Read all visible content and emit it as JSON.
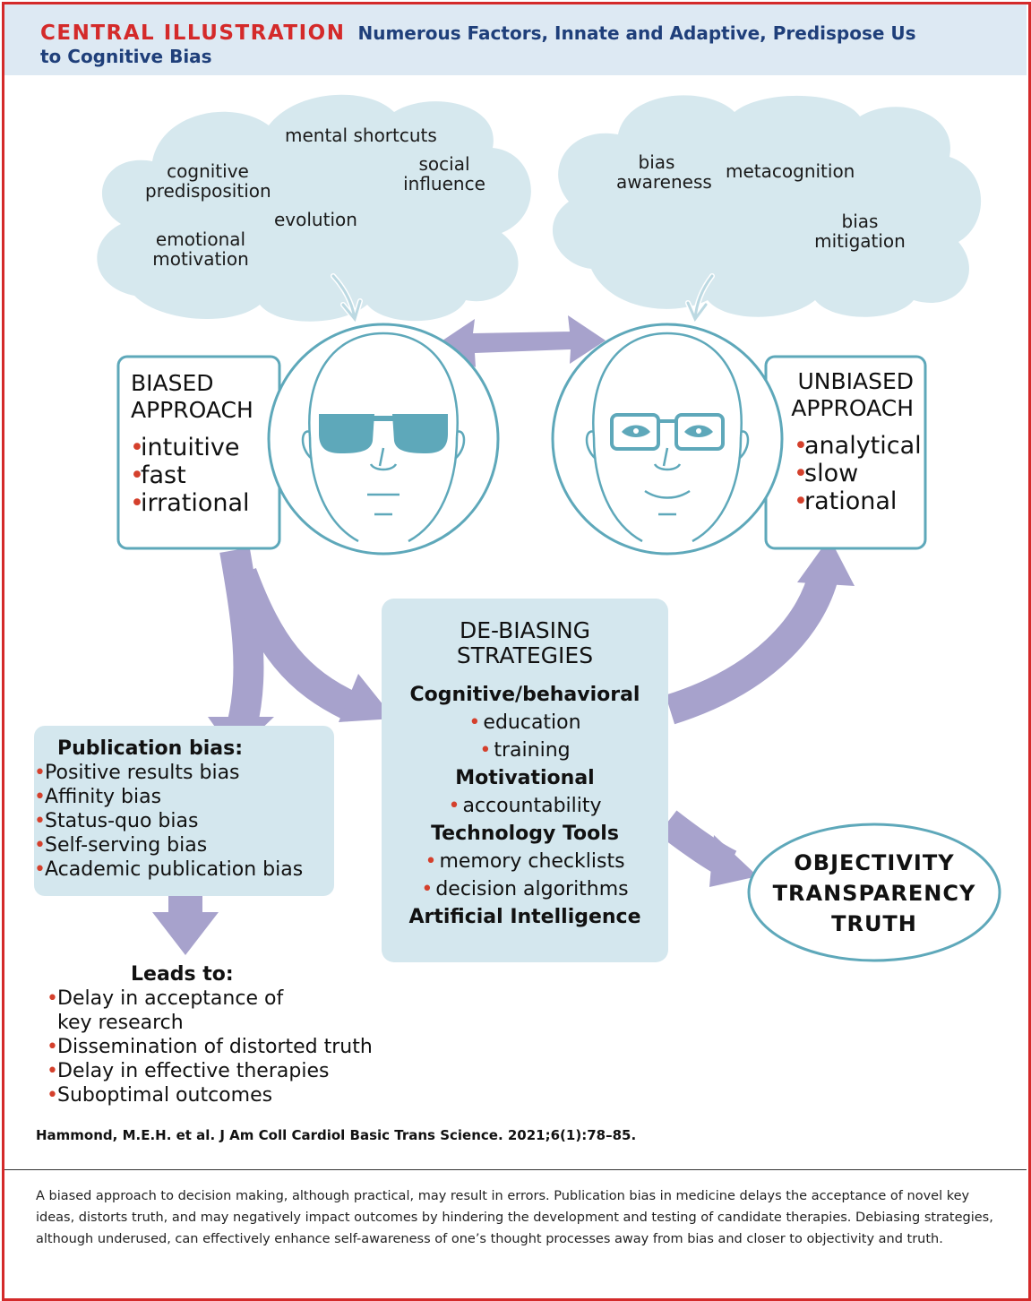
{
  "header": {
    "label": "CENTRAL ILLUSTRATION",
    "title": "Numerous Factors, Innate and Adaptive, Predispose Us to Cognitive Bias"
  },
  "clouds": {
    "left": {
      "words": [
        "mental shortcuts",
        "cognitive predisposition",
        "social influence",
        "evolution",
        "emotional motivation"
      ]
    },
    "right": {
      "words": [
        "bias awareness",
        "metacognition",
        "bias mitigation"
      ]
    }
  },
  "biased": {
    "title_line1": "BIASED",
    "title_line2": "APPROACH",
    "items": [
      "intuitive",
      "fast",
      "irrational"
    ]
  },
  "unbiased": {
    "title_line1": "UNBIASED",
    "title_line2": "APPROACH",
    "items": [
      "analytical",
      "slow",
      "rational"
    ]
  },
  "debiasing": {
    "title_line1": "DE-BIASING",
    "title_line2": "STRATEGIES",
    "group1": {
      "heading": "Cognitive/behavioral",
      "items": [
        "education",
        "training"
      ]
    },
    "group2": {
      "heading": "Motivational",
      "items": [
        "accountability"
      ]
    },
    "group3": {
      "heading": "Technology Tools",
      "items": [
        "memory checklists",
        "decision algorithms"
      ]
    },
    "group4": {
      "heading": "Artificial Intelligence"
    }
  },
  "publication": {
    "heading": "Publication bias:",
    "items": [
      "Positive results bias",
      "Affinity bias",
      "Status-quo bias",
      "Self-serving bias",
      "Academic publication bias"
    ]
  },
  "leads": {
    "heading": "Leads to:",
    "items": [
      "Delay in acceptance of",
      "key research",
      "Dissemination of distorted truth",
      "Delay in effective therapies",
      "Suboptimal outcomes"
    ]
  },
  "outcome": {
    "line1": "OBJECTIVITY",
    "line2": "TRANSPARENCY",
    "line3": "TRUTH"
  },
  "citation": "Hammond, M.E.H. et al. J Am Coll Cardiol Basic Trans Science. 2021;6(1):78–85.",
  "caption": "A biased approach to decision making, although practical, may result in errors. Publication bias in medicine delays the acceptance of novel key ideas, distorts truth, and may negatively impact outcomes by hindering the development and testing of candidate therapies. Debiasing strategies, although underused, can effectively enhance self-awareness of one’s thought processes away from bias and closer to objectivity and truth.",
  "colors": {
    "frame": "#d42a2a",
    "header_bg": "#dde9f3",
    "title_blue": "#1f3f7a",
    "cloud": "#d6e8ee",
    "box_stroke": "#5ea8ba",
    "arrow": "#a7a2cc",
    "bullet": "#d4402c",
    "panel": "#d4e7ee"
  }
}
